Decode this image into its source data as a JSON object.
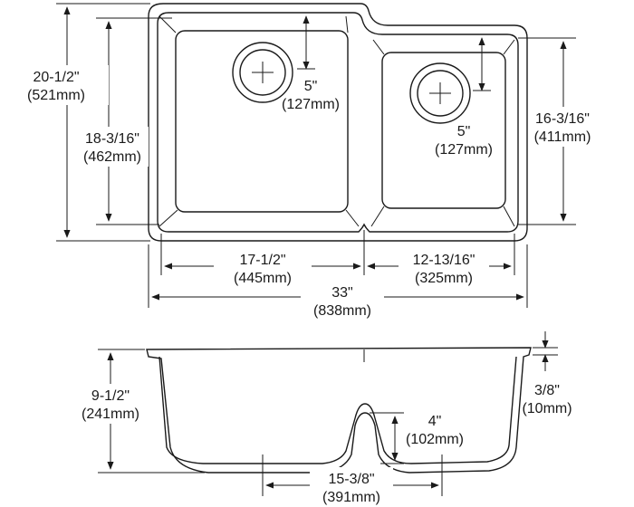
{
  "top_view": {
    "overall_depth_in": "20-1/2\"",
    "overall_depth_mm": "(521mm)",
    "left_bowl_depth_in": "18-3/16\"",
    "left_bowl_depth_mm": "(462mm)",
    "right_bowl_depth_in": "16-3/16\"",
    "right_bowl_depth_mm": "(411mm)",
    "left_drain_offset_in": "5\"",
    "left_drain_offset_mm": "(127mm)",
    "right_drain_offset_in": "5\"",
    "right_drain_offset_mm": "(127mm)",
    "left_bowl_width_in": "17-1/2\"",
    "left_bowl_width_mm": "(445mm)",
    "right_bowl_width_in": "12-13/16\"",
    "right_bowl_width_mm": "(325mm)",
    "overall_width_in": "33\"",
    "overall_width_mm": "(838mm)"
  },
  "side_view": {
    "depth_in": "9-1/2\"",
    "depth_mm": "(241mm)",
    "rim_in": "3/8\"",
    "rim_mm": "(10mm)",
    "divider_in": "4\"",
    "divider_mm": "(102mm)",
    "drain_spacing_in": "15-3/8\"",
    "drain_spacing_mm": "(391mm)"
  }
}
